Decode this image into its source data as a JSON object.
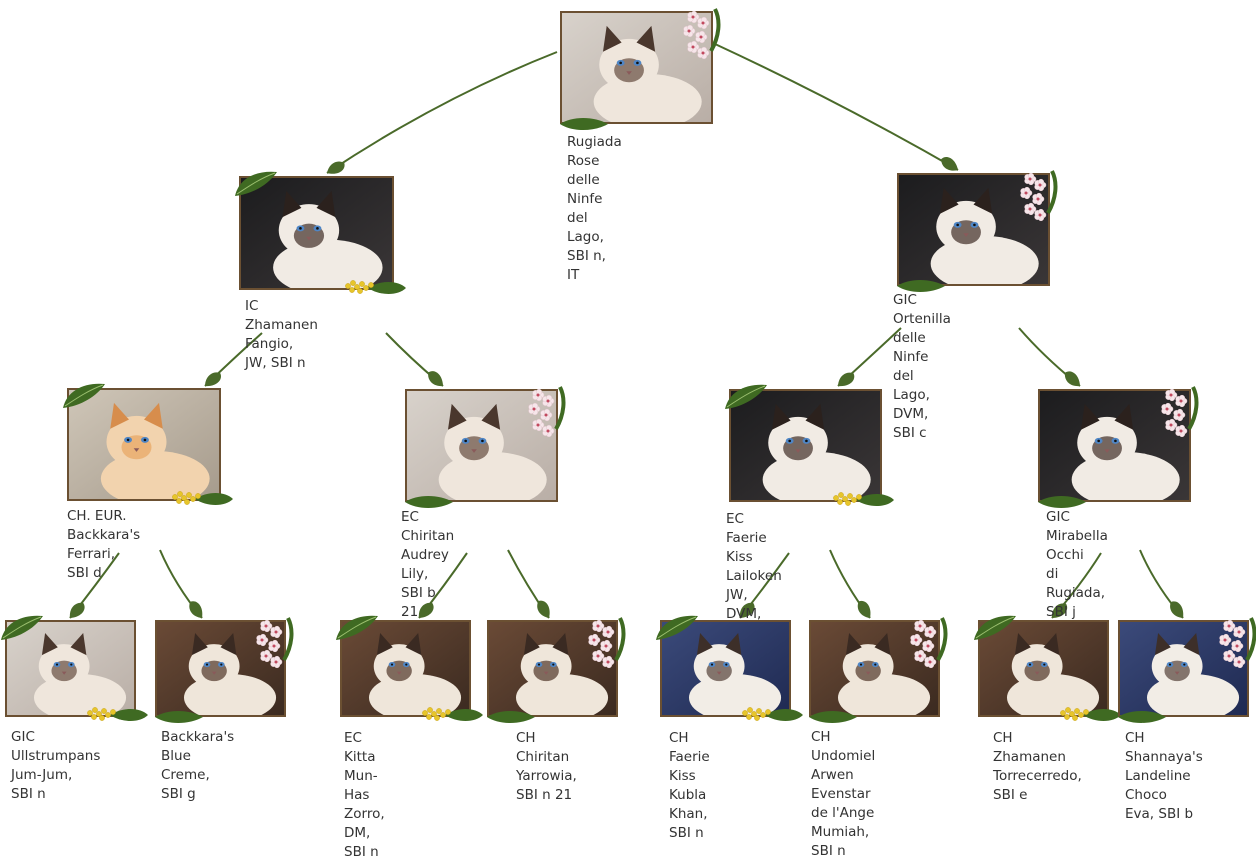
{
  "colors": {
    "arrow": "#4a6a2a",
    "frame": "#6b5032",
    "leaf": "#3f6a22",
    "blossom_petal": "#f6e6ea",
    "blossom_center": "#c2485e",
    "mimosa": "#e7c52a"
  },
  "root": {
    "name": "Rugiada Rose delle\nNinfe del Lago,\nSBI n, IT",
    "photo_icon": "cat-photo"
  },
  "parents": [
    {
      "name": "IC Zhamanen Fangio,\nJW, SBI n",
      "photo_icon": "cat-photo"
    },
    {
      "name": "GIC Ortenilla delle Ninfe\ndel Lago, DVM, SBI c",
      "photo_icon": "cat-photo"
    }
  ],
  "grandparents": [
    {
      "name": "CH. EUR. Backkara's\nFerrari, SBI d",
      "photo_icon": "cat-photo"
    },
    {
      "name": "EC Chiritan Audrey Lily,\nSBI b 21",
      "photo_icon": "cat-photo"
    },
    {
      "name": "EC Faerie Kiss Lailoken\nJW, DVM, SBI n",
      "photo_icon": "cat-photo"
    },
    {
      "name": "GIC Mirabella Occhi\ndi Rugiada, SBI j",
      "photo_icon": "cat-photo"
    }
  ],
  "great_grandparents": [
    {
      "name": "GIC Ullstrumpans\nJum-Jum,\nSBI n",
      "photo_icon": "cat-photo"
    },
    {
      "name": "Backkara's Blue\nCreme,\nSBI g",
      "photo_icon": "cat-photo"
    },
    {
      "name": "EC Kitta Mun-Has\nZorro, DM,\nSBI n",
      "photo_icon": "cat-photo"
    },
    {
      "name": "CH Chiritan\nYarrowia,\nSBI n 21",
      "photo_icon": "cat-photo"
    },
    {
      "name": "CH Faerie Kiss\nKubla Khan,\nSBI  n",
      "photo_icon": "cat-photo"
    },
    {
      "name": "CH Undomiel\nArwen Evenstar\nde l'Ange Mumiah,\nSBI n",
      "photo_icon": "cat-photo"
    },
    {
      "name": "CH Zhamanen\nTorrecerredo,\nSBI e",
      "photo_icon": "cat-photo"
    },
    {
      "name": "CH Shannaya's\nLandeline Choco\nEva, SBI b",
      "photo_icon": "cat-photo"
    }
  ]
}
